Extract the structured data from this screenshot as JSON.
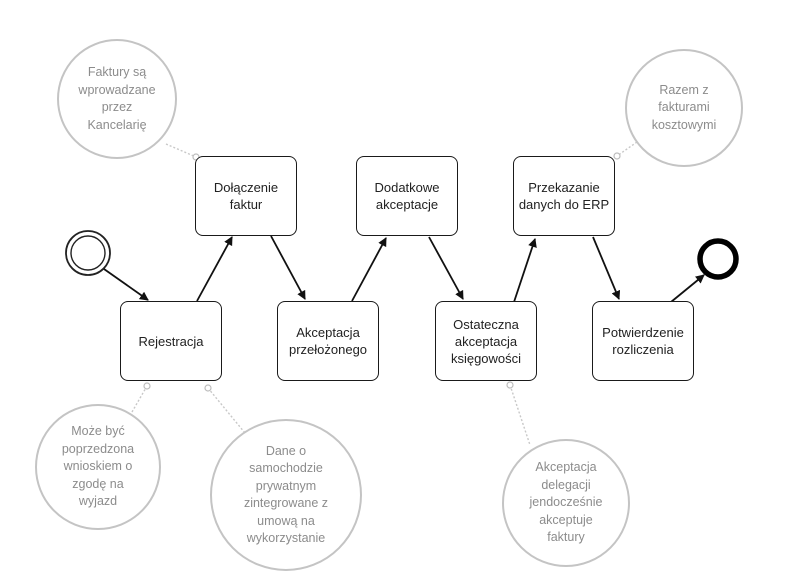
{
  "colors": {
    "task_border": "#1a1a1a",
    "flow_arrow": "#111111",
    "annotation": "#c4c4c4",
    "annotation_text": "#8c8c8c",
    "start_event": "#222222",
    "end_event": "#000000"
  },
  "tasks": {
    "rejestracja": "Rejestracja",
    "dolaczenie": "Dołączenie\nfaktur",
    "akceptacja_przelozonego": "Akceptacja\nprzełożonego",
    "dodatkowe": "Dodatkowe\nakceptacje",
    "ostateczna": "Ostateczna\nakceptacja\nksięgowości",
    "przekazanie": "Przekazanie\ndanych do ERP",
    "potwierdzenie": "Potwierdzenie\nrozliczenia"
  },
  "notes": {
    "kancelaria": "Faktury są\nwprowadzane\nprzez\nKancelarię",
    "koszty": "Razem z\nfakturami\nkosztowymi",
    "wniosek": "Może być\npoprzedzona\nwnioskiem o\nzgodę na\nwyjazd",
    "samochod": "Dane o\nsamochodzie\nprywatnym\nzintegrowane z\numową na\nwykorzystanie",
    "delegacja": "Akceptacja\ndelegacji\njendocześnie\nakceptuje\nfaktury"
  }
}
